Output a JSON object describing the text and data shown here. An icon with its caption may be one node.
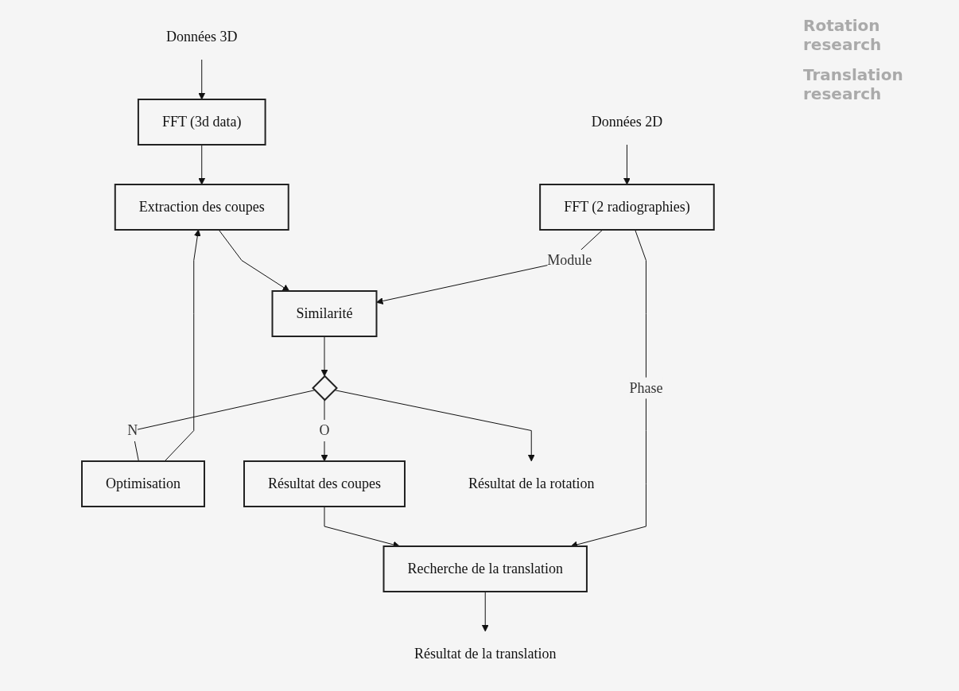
{
  "diagram": {
    "nodes": [
      {
        "text": [
          "Données 3D"
        ]
      },
      {
        "text": [
          "FFT (3d data)"
        ]
      },
      {
        "text": [
          "Extraction des coupes"
        ]
      },
      {
        "text": [
          "Données 2D"
        ]
      },
      {
        "text": [
          "FFT (2 radiographies)"
        ]
      },
      {
        "text": [
          "Similarité"
        ]
      },
      {
        "text": [],
        "shape": "diamond"
      },
      {
        "text": [
          "Optimisation"
        ]
      },
      {
        "text": [
          "Résultat des coupes"
        ]
      },
      {
        "text": [
          "Recherche de la translation"
        ]
      },
      {
        "text": [
          "Résultat de la rotation"
        ]
      },
      {
        "text": [
          "Résultat de la translation"
        ]
      }
    ],
    "edges": [
      {
        "from": 0,
        "to": 1,
        "arrow": "to"
      },
      {
        "from": 1,
        "to": 2,
        "arrow": "to"
      },
      {
        "from": 3,
        "to": 4,
        "arrow": "to"
      },
      {
        "from": 2,
        "to": 5,
        "arrow": "to"
      },
      {
        "from": 4,
        "to": 5,
        "label": "Module",
        "arrow": "to"
      },
      {
        "from": 5,
        "to": 6,
        "arrow": "to"
      },
      {
        "from": 6,
        "to": 7,
        "label": "N",
        "arrow": "none"
      },
      {
        "from": 7,
        "to": 2,
        "arrow": "to"
      },
      {
        "from": 6,
        "to": 8,
        "label": "O",
        "arrow": "to"
      },
      {
        "from": 6,
        "to": 10,
        "arrow": "to"
      },
      {
        "from": 8,
        "to": 9,
        "arrow": "to"
      },
      {
        "from": 4,
        "to": 9,
        "label": "Phase",
        "arrow": "to"
      },
      {
        "from": 9,
        "to": 11,
        "arrow": "to"
      }
    ],
    "labels": [
      "Rotation research",
      "Translation research"
    ]
  }
}
